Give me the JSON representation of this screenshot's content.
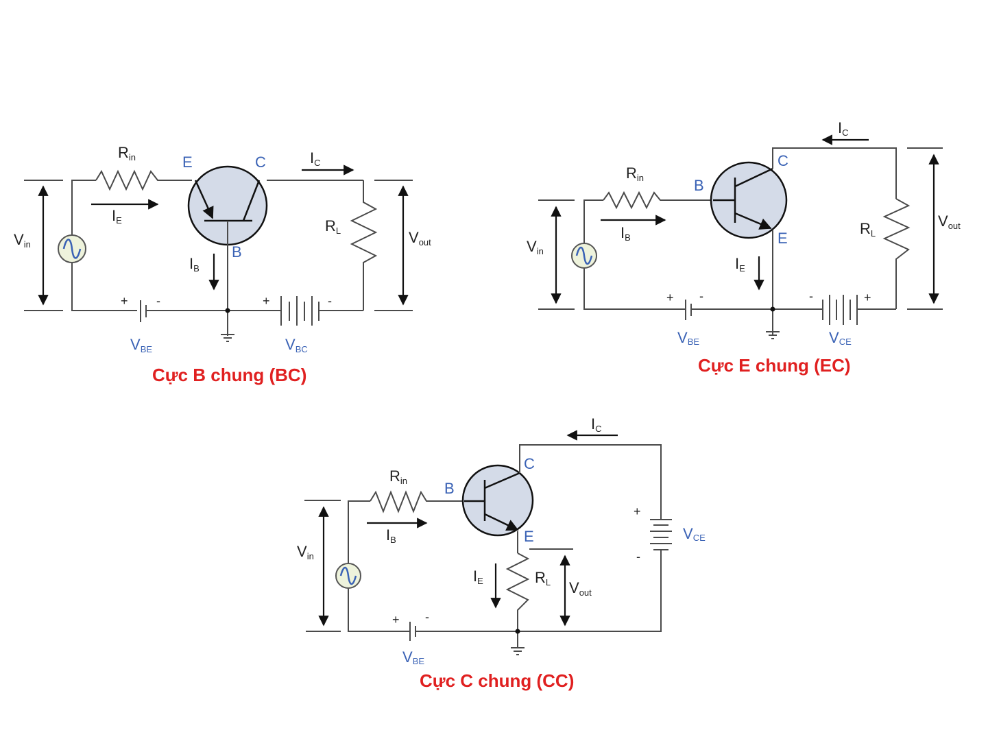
{
  "diagram": {
    "title": "Transistor configurations",
    "colors": {
      "caption": "#e02020",
      "terminal_label": "#3a62b5",
      "wire": "#4a4a4a",
      "transistor_fill": "#d4dbe8",
      "source_fill": "#eef3dc"
    },
    "circuits": [
      {
        "id": "bc",
        "caption": "Cực B chung (BC)",
        "terminals": {
          "e": "E",
          "c": "C",
          "b": "B"
        },
        "labels": {
          "rin": {
            "main": "R",
            "sub": "in"
          },
          "rl": {
            "main": "R",
            "sub": "L"
          },
          "vin": {
            "main": "V",
            "sub": "in"
          },
          "vout": {
            "main": "V",
            "sub": "out"
          },
          "ie": {
            "main": "I",
            "sub": "E"
          },
          "ib": {
            "main": "I",
            "sub": "B"
          },
          "ic": {
            "main": "I",
            "sub": "C"
          },
          "v1": {
            "main": "V",
            "sub": "BE"
          },
          "v2": {
            "main": "V",
            "sub": "BC"
          }
        },
        "signs": {
          "v1_plus": "+",
          "v1_minus": "-",
          "v2_plus": "+",
          "v2_minus": "-"
        }
      },
      {
        "id": "ec",
        "caption": "Cực E chung (EC)",
        "terminals": {
          "e": "E",
          "c": "C",
          "b": "B"
        },
        "labels": {
          "rin": {
            "main": "R",
            "sub": "in"
          },
          "rl": {
            "main": "R",
            "sub": "L"
          },
          "vin": {
            "main": "V",
            "sub": "in"
          },
          "vout": {
            "main": "V",
            "sub": "out"
          },
          "ie": {
            "main": "I",
            "sub": "E"
          },
          "ib": {
            "main": "I",
            "sub": "B"
          },
          "ic": {
            "main": "I",
            "sub": "C"
          },
          "v1": {
            "main": "V",
            "sub": "BE"
          },
          "v2": {
            "main": "V",
            "sub": "CE"
          }
        },
        "signs": {
          "v1_plus": "+",
          "v1_minus": "-",
          "v2_plus": "+",
          "v2_minus": "-"
        }
      },
      {
        "id": "cc",
        "caption": "Cực C chung (CC)",
        "terminals": {
          "e": "E",
          "c": "C",
          "b": "B"
        },
        "labels": {
          "rin": {
            "main": "R",
            "sub": "in"
          },
          "rl": {
            "main": "R",
            "sub": "L"
          },
          "vin": {
            "main": "V",
            "sub": "in"
          },
          "vout": {
            "main": "V",
            "sub": "out"
          },
          "ie": {
            "main": "I",
            "sub": "E"
          },
          "ib": {
            "main": "I",
            "sub": "B"
          },
          "ic": {
            "main": "I",
            "sub": "C"
          },
          "v1": {
            "main": "V",
            "sub": "BE"
          },
          "v2": {
            "main": "V",
            "sub": "CE"
          }
        },
        "signs": {
          "v1_plus": "+",
          "v1_minus": "-",
          "v2_plus": "+",
          "v2_minus": "-"
        }
      }
    ]
  }
}
